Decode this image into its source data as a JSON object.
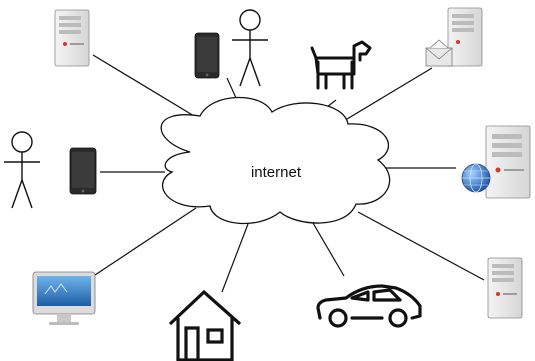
{
  "diagram": {
    "center_label": "internet",
    "nodes": [
      {
        "id": "server-top-left",
        "icon": "server-icon"
      },
      {
        "id": "phone-top",
        "icon": "smartphone-icon"
      },
      {
        "id": "person-top",
        "icon": "person-icon"
      },
      {
        "id": "dog",
        "icon": "dog-icon"
      },
      {
        "id": "mail-server",
        "icon": "mail-server-icon"
      },
      {
        "id": "person-left",
        "icon": "person-icon"
      },
      {
        "id": "phone-left",
        "icon": "smartphone-icon"
      },
      {
        "id": "web-server",
        "icon": "web-server-icon"
      },
      {
        "id": "desktop-computer",
        "icon": "desktop-computer-icon"
      },
      {
        "id": "house",
        "icon": "house-icon"
      },
      {
        "id": "car",
        "icon": "car-icon"
      },
      {
        "id": "server-bottom-right",
        "icon": "server-icon"
      }
    ],
    "colors": {
      "line": "#111111",
      "server_body": "#ececec",
      "server_shade": "#c8c8c8",
      "led": "#d33a2c",
      "phone": "#2b2b2b",
      "screen_blue": "#3d86c9",
      "globe": "#2f6fc6"
    }
  }
}
